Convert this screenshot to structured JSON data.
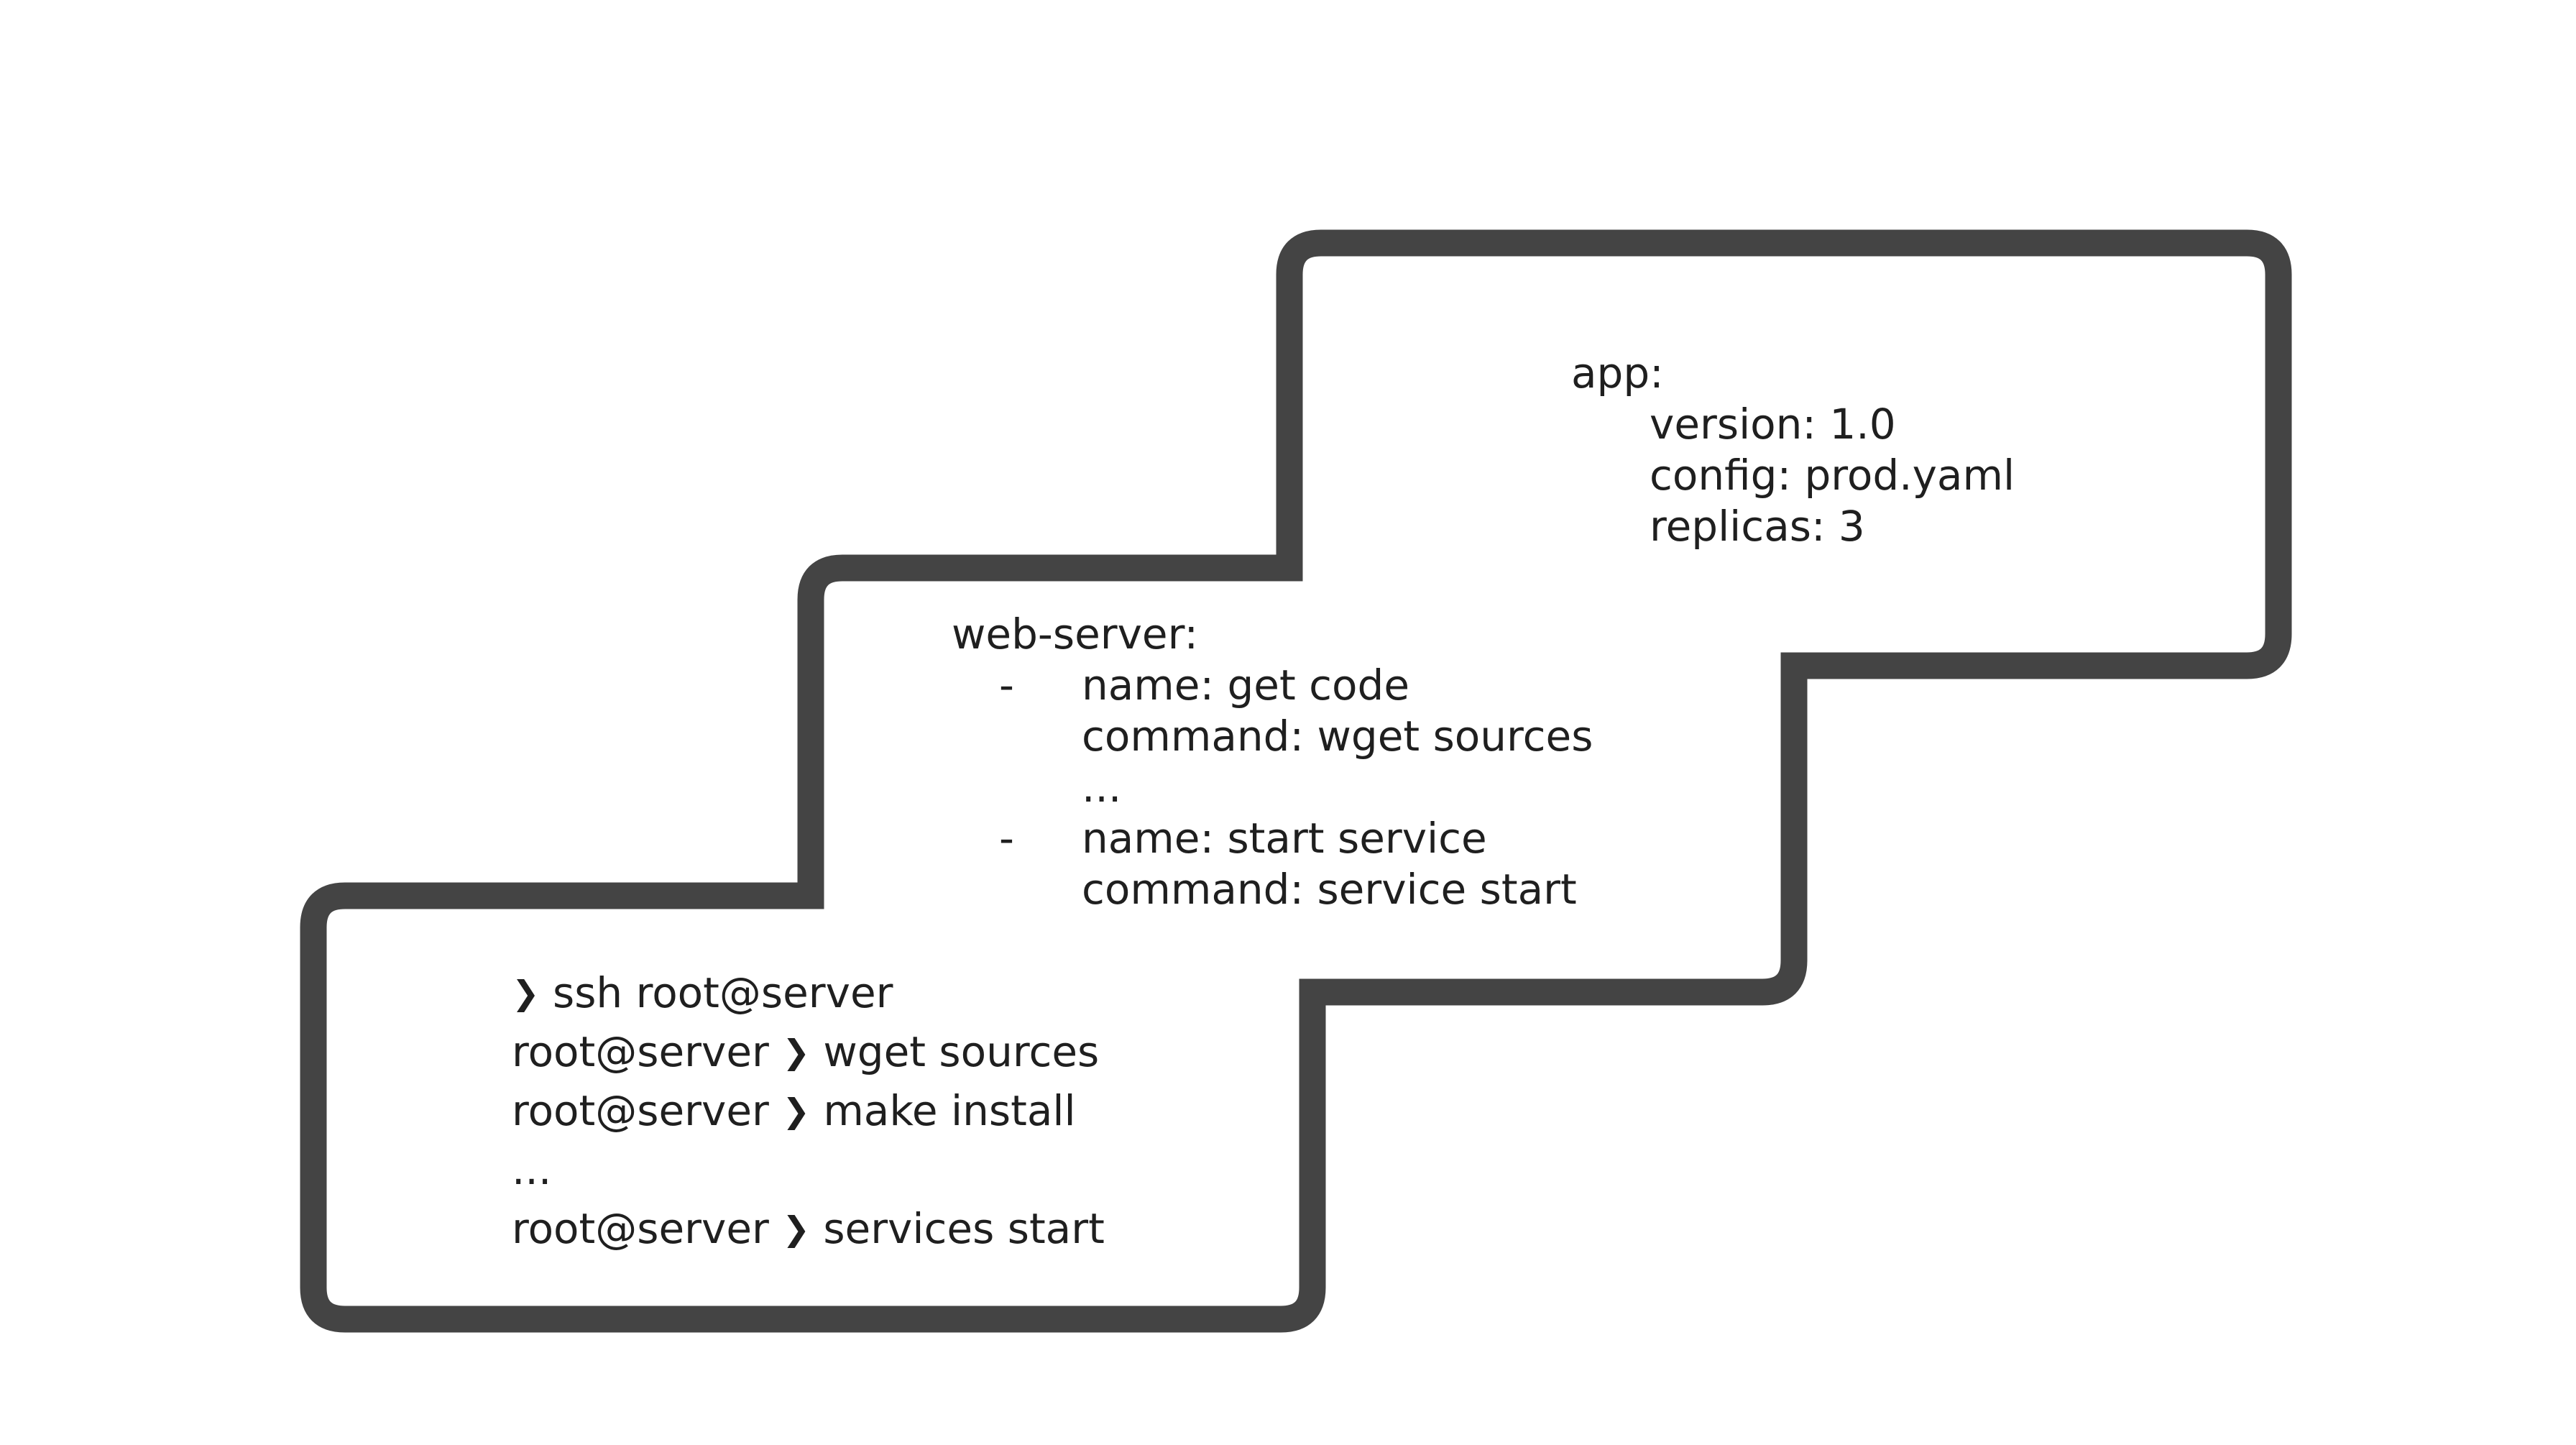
{
  "colors": {
    "outline": "#444444",
    "background": "#ffffff",
    "text": "#1f1f1f"
  },
  "icons": {
    "prompt": "chevron-right-icon"
  },
  "shell_block": {
    "prompt_symbol": "❯",
    "lines": [
      {
        "prefix": "",
        "command": "ssh root@server"
      },
      {
        "prefix": "root@server",
        "command": "wget sources"
      },
      {
        "prefix": "root@server",
        "command": "make install"
      },
      {
        "prefix": "",
        "command": "..."
      },
      {
        "prefix": "root@server",
        "command": "services start"
      }
    ]
  },
  "playbook_block": {
    "root_key": "web-server:",
    "dash": "-",
    "task1_name": "name: get code",
    "task1_command": "command: wget sources",
    "ellipsis": "...",
    "task2_name": "name: start service",
    "task2_command": "command: service start"
  },
  "config_block": {
    "root_key": "app:",
    "version": "version: 1.0",
    "config": "config: prod.yaml",
    "replicas": "replicas: 3"
  }
}
